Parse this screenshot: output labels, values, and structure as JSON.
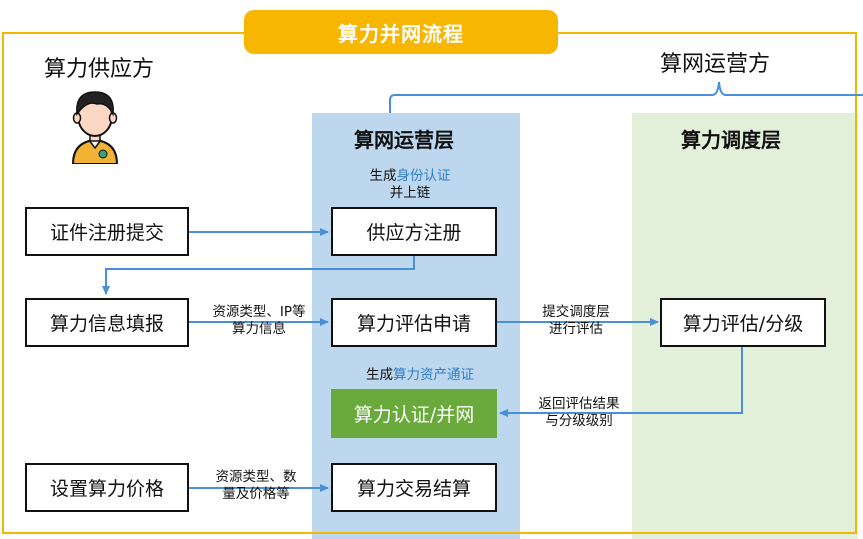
{
  "title": "算力并网流程",
  "supplier": {
    "label": "算力供应方"
  },
  "operator": {
    "label": "算网运营方"
  },
  "layers": {
    "ops": {
      "title": "算网运营层"
    },
    "sched": {
      "title": "算力调度层"
    }
  },
  "left_boxes": {
    "cert_submit": "证件注册提交",
    "info_fill": "算力信息填报",
    "set_price": "设置算力价格"
  },
  "mid_boxes": {
    "supplier_register": "供应方注册",
    "eval_apply": "算力评估申请",
    "cert_network": "算力认证/并网",
    "trade_settle": "算力交易结算"
  },
  "right_boxes": {
    "eval_grade": "算力评估/分级"
  },
  "notes": {
    "identity_prefix": "生成",
    "identity_hl": "身份认证",
    "identity_line2": "并上链",
    "info_line1": "资源类型、IP等",
    "info_line2": "算力信息",
    "submit_line1": "提交调度层",
    "submit_line2": "进行评估",
    "asset_prefix": "生成",
    "asset_hl": "算力资产通证",
    "return_line1": "返回评估结果",
    "return_line2": "与分级级别",
    "price_line1": "资源类型、数",
    "price_line2": "量及价格等"
  },
  "colors": {
    "frame": "#f2b705",
    "title_bg": "#f7b600",
    "ops_panel": "#bdd7ee",
    "sched_panel": "#e2efd9",
    "arrow": "#4a90d9",
    "highlight": "#2f7fc8",
    "green_box": "#6aaa3c"
  },
  "icons": {
    "avatar": "person-avatar-icon"
  }
}
